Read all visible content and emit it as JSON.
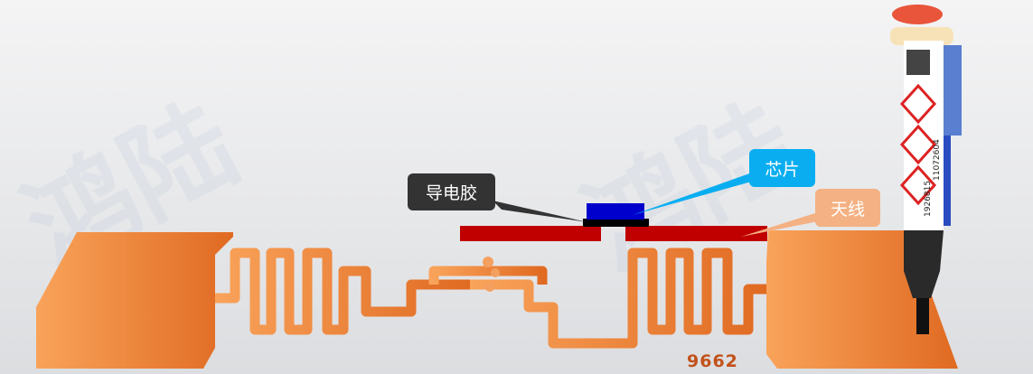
{
  "watermark": {
    "text": "鸿陆"
  },
  "labels": {
    "adhesive": "导电胶",
    "chip": "芯片",
    "antenna": "天线"
  },
  "antenna_code": "9662",
  "syringe": {
    "ref": "1926815",
    "lot": "11072604"
  },
  "colors": {
    "adhesive_label": "#333333",
    "chip_label": "#0aaef0",
    "antenna_label": "#f4b183",
    "chip": "#0000cc",
    "adhesive": "#000000",
    "antenna_trace": "#c00000",
    "antenna_copper": "#f08a3a"
  }
}
